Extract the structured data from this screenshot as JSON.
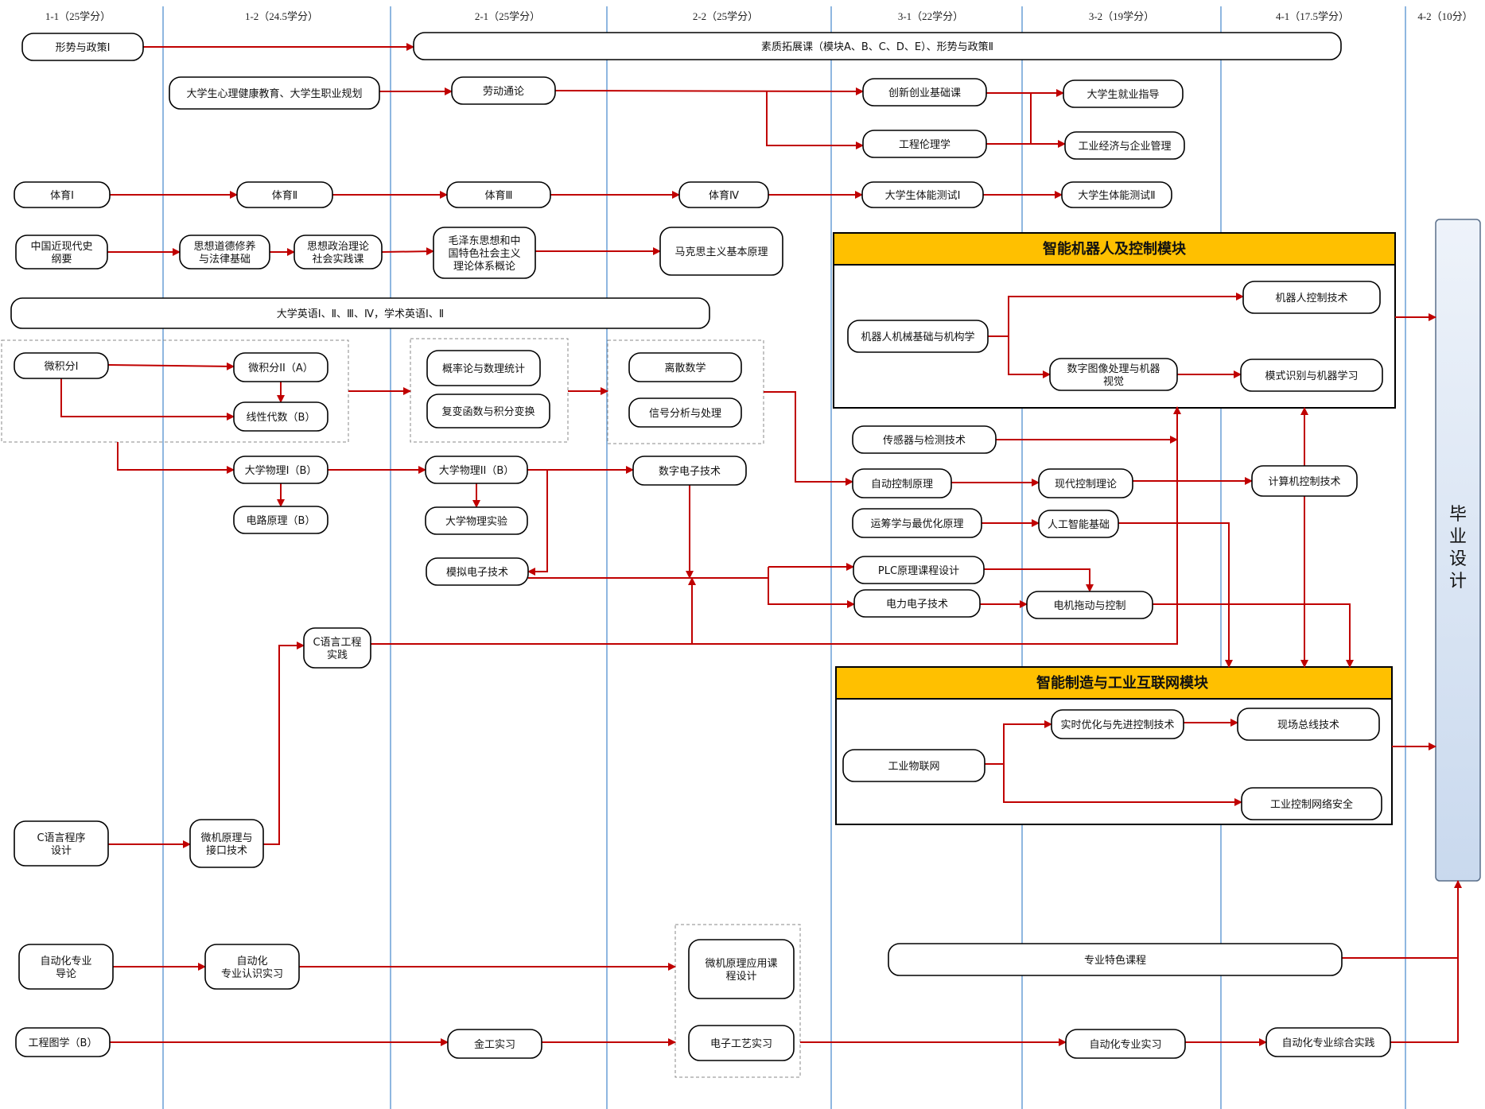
{
  "semesters": [
    "1-1（25学分）",
    "1-2（24.5学分）",
    "2-1（25学分）",
    "2-2（25学分）",
    "3-1（22学分）",
    "3-2（19学分）",
    "4-1（17.5学分）",
    "4-2（10分）"
  ],
  "nodes": {
    "xszc1": "形势与政策Ⅰ",
    "szkz": "素质拓展课（模块A、B、C、D、E）、形势与政策Ⅱ",
    "xljk": "大学生心理健康教育、大学生职业规划",
    "ldtl": "劳动通论",
    "cxcy": "创新创业基础课",
    "jyzd": "大学生就业指导",
    "gclx": "工程伦理学",
    "gyjj": "工业经济与企业管理",
    "ty1": "体育Ⅰ",
    "ty2": "体育Ⅱ",
    "ty3": "体育Ⅲ",
    "ty4": "体育Ⅳ",
    "tncs1": "大学生体能测试Ⅰ",
    "tncs2": "大学生体能测试Ⅱ",
    "zgjd": [
      "中国近现代史",
      "纲要"
    ],
    "sxdd": [
      "思想道德修养",
      "与法律基础"
    ],
    "szll": [
      "思想政治理论",
      "社会实践课"
    ],
    "mzd": [
      "毛泽东思想和中",
      "国特色社会主义",
      "理论体系概论"
    ],
    "mkszy": "马克思主义基本原理",
    "yy": "大学英语Ⅰ、Ⅱ、Ⅲ、Ⅳ，学术英语Ⅰ、Ⅱ",
    "wjf1": "微积分Ⅰ",
    "wjf2": "微积分ⅠⅠ（A）",
    "xxds": "线性代数（B）",
    "gll": "概率论与数理统计",
    "fbhs": "复变函数与积分变换",
    "lssx": "离散数学",
    "xhfx": "信号分析与处理",
    "wl1": "大学物理Ⅰ（B）",
    "dlyl": "电路原理（B）",
    "wl2": "大学物理ⅠⅠ（B）",
    "wlsy": "大学物理实验",
    "mndz": "模拟电子技术",
    "szdz": "数字电子技术",
    "cgc": [
      "C语言工程",
      "实践"
    ],
    "cyy": [
      "C语言程序",
      "设计"
    ],
    "wjyl": [
      "微机原理与",
      "接口技术"
    ],
    "zdhdl": [
      "自动化专业",
      "导论"
    ],
    "zdhrs": [
      "自动化",
      "专业认识实习"
    ],
    "wjkc": [
      "微机原理应用课",
      "程设计"
    ],
    "dzgy": "电子工艺实习",
    "gctx": "工程图学（B）",
    "jgsx": "金工实习",
    "zysx": "自动化专业实习",
    "zhsj": "自动化专业综合实践",
    "tskc": "专业特色课程",
    "cgq": "传感器与检测技术",
    "zdkz": "自动控制原理",
    "xdkz": "现代控制理论",
    "jsjkz": "计算机控制技术",
    "ycx": "运筹学与最优化原理",
    "rgzn": "人工智能基础",
    "plc": "PLC原理课程设计",
    "dldz": "电力电子技术",
    "djtd": "电机拖动与控制",
    "jqrjx": "机器人机械基础与机构学",
    "jqrkz": "机器人控制技术",
    "sztx": [
      "数字图像处理与机器",
      "视觉"
    ],
    "msfb": "模式识别与机器学习",
    "sscy": "实时优化与先进控制技术",
    "xczx": "现场总线技术",
    "gywlw": "工业物联网",
    "gykz": "工业控制网络安全"
  },
  "modules": {
    "robot": "智能机器人及控制模块",
    "manuf": "智能制造与工业互联网模块"
  },
  "graduation": [
    "毕",
    "业",
    "设",
    "计"
  ],
  "colors": {
    "arrow": "#c00000",
    "separator": "#6a9fd6",
    "module_header": "#ffc000",
    "graduation_top": "#eef3fa",
    "graduation_bottom": "#c9d9ee"
  }
}
